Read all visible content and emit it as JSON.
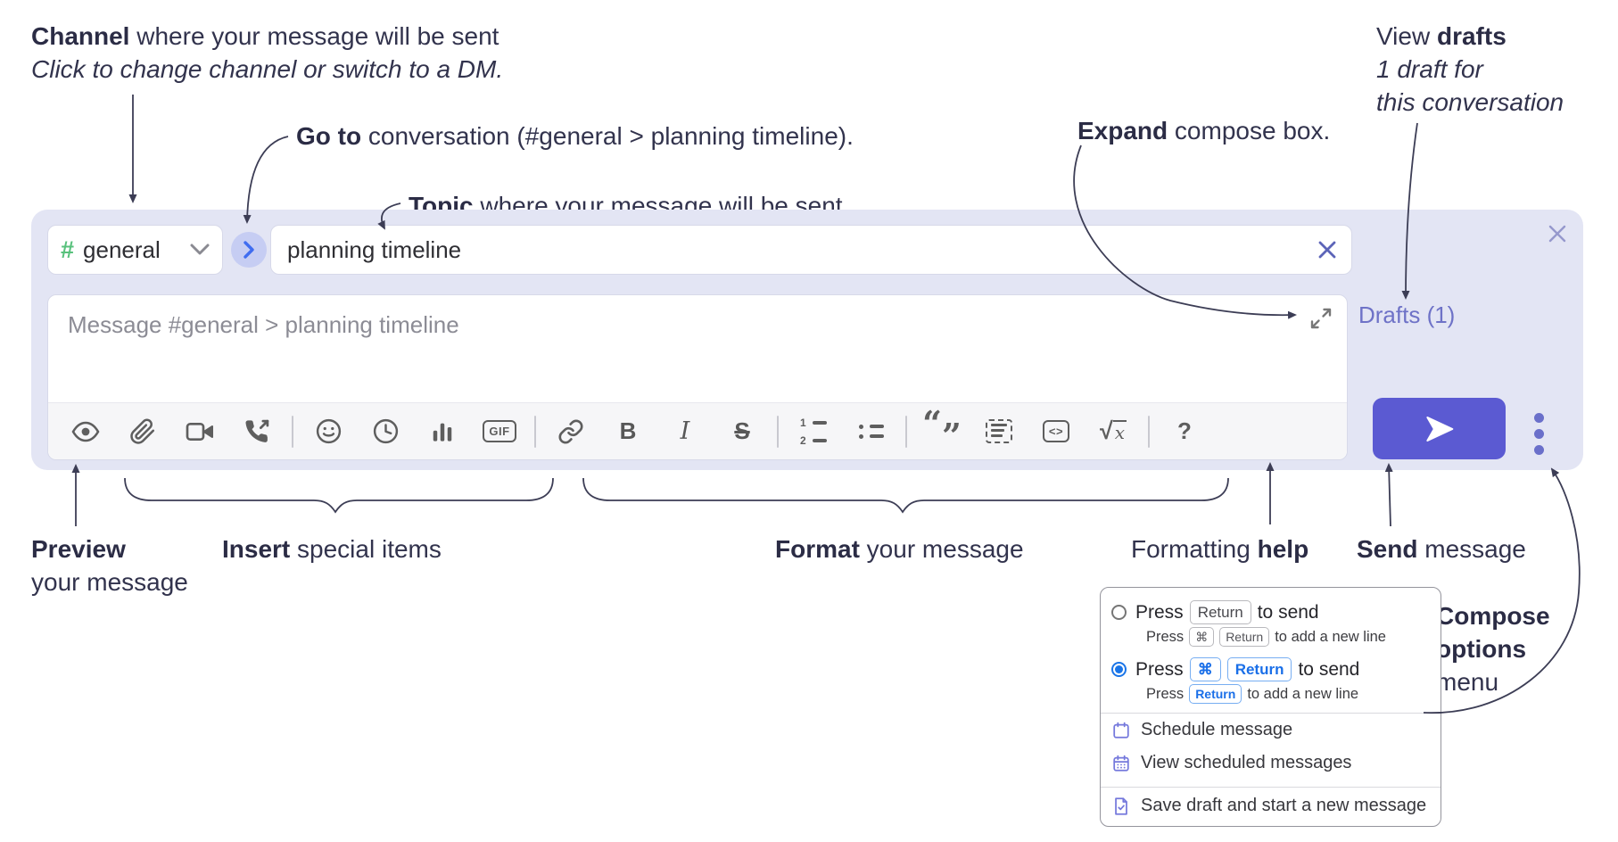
{
  "annotations": {
    "channel_bold": "Channel",
    "channel_rest": " where your message will be sent",
    "channel_line2": "Click to change channel or switch to a DM.",
    "goto_bold": "Go to",
    "goto_rest": " conversation (#general > planning timeline).",
    "topic_bold": "Topic",
    "topic_rest": " where your message will be sent",
    "expand_bold": "Expand",
    "expand_rest": " compose box.",
    "drafts_pre": "View ",
    "drafts_bold": "drafts",
    "drafts_line2": "1 draft for",
    "drafts_line3": "this conversation",
    "preview_bold": "Preview",
    "preview_line2": "your message",
    "insert_bold": "Insert",
    "insert_rest": " special items",
    "format_bold": "Format",
    "format_rest": " your message",
    "help_pre": "Formatting ",
    "help_bold": "help",
    "send_bold": "Send",
    "send_rest": " message",
    "options_line1": "Compose",
    "options_line2": "options",
    "options_line3": "menu"
  },
  "compose": {
    "channel_hash": "#",
    "channel_name": "general",
    "topic_value": "planning timeline",
    "message_placeholder": "Message #general > planning timeline",
    "drafts_link": "Drafts (1)"
  },
  "toolbar": {
    "gif": "GIF",
    "bold": "B",
    "italic": "I",
    "strike": "S",
    "ol_1": "1",
    "ol_2": "2",
    "quote_open": "“",
    "quote_close": "”",
    "code": "<>",
    "math_radical": "√",
    "math_var": "x",
    "help": "?"
  },
  "menu": {
    "opt1_press": "Press",
    "opt1_key": "Return",
    "opt1_rest": "to send",
    "opt1_sub_press": "Press",
    "opt1_sub_key1": "⌘",
    "opt1_sub_key2": "Return",
    "opt1_sub_rest": "to add a new line",
    "opt2_press": "Press",
    "opt2_key1": "⌘",
    "opt2_key2": "Return",
    "opt2_rest": "to send",
    "opt2_sub_press": "Press",
    "opt2_sub_key": "Return",
    "opt2_sub_rest": "to add a new line",
    "item_schedule": "Schedule message",
    "item_view_scheduled": "View scheduled messages",
    "item_save_draft": "Save draft and start a new message"
  },
  "colors": {
    "compose_bg": "#e3e5f4",
    "accent_send": "#5b5ad2",
    "drafts_link": "#6e72c7",
    "goto_circle_bg": "#c6cdf3",
    "goto_chevron": "#3f6cf0",
    "channel_hash_green": "#58c17c",
    "toolbar_icon": "#5e5e5e",
    "radio_selected": "#1a75e8",
    "key_blue": "#1a6fe8",
    "menu_icon": "#7478dc",
    "annotation_text": "#32334d"
  }
}
